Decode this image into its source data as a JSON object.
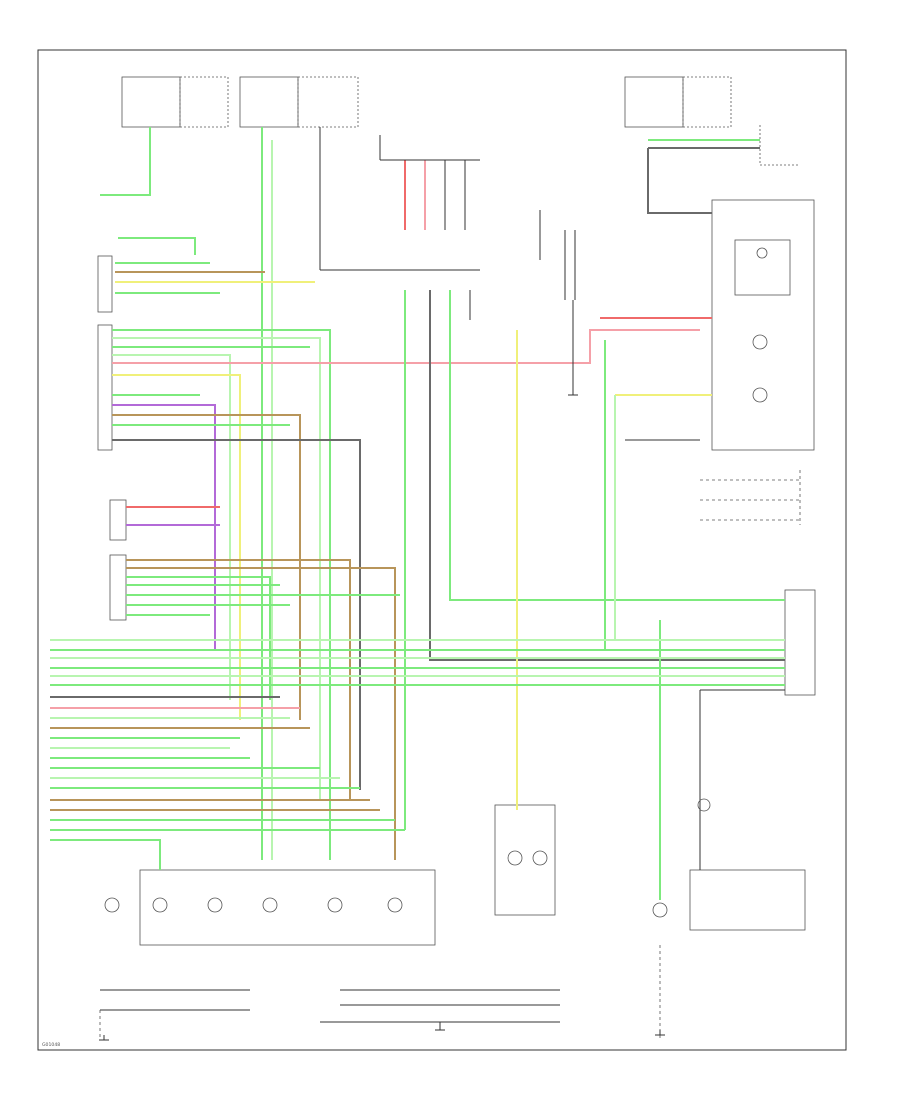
{
  "diagram": {
    "footer_code": "G01048",
    "colors": {
      "green": "#7dea7d",
      "light_green": "#b8f5b0",
      "yellow": "#f0f07a",
      "pink": "#f5a0a8",
      "red": "#f06a6a",
      "purple": "#b36ad8",
      "brown": "#b8955a",
      "gray": "#6a6a6a",
      "black": "#333333"
    },
    "wire_color_notes": [
      "green",
      "light-green",
      "yellow",
      "pink",
      "red",
      "purple",
      "brown",
      "gray",
      "black"
    ]
  }
}
